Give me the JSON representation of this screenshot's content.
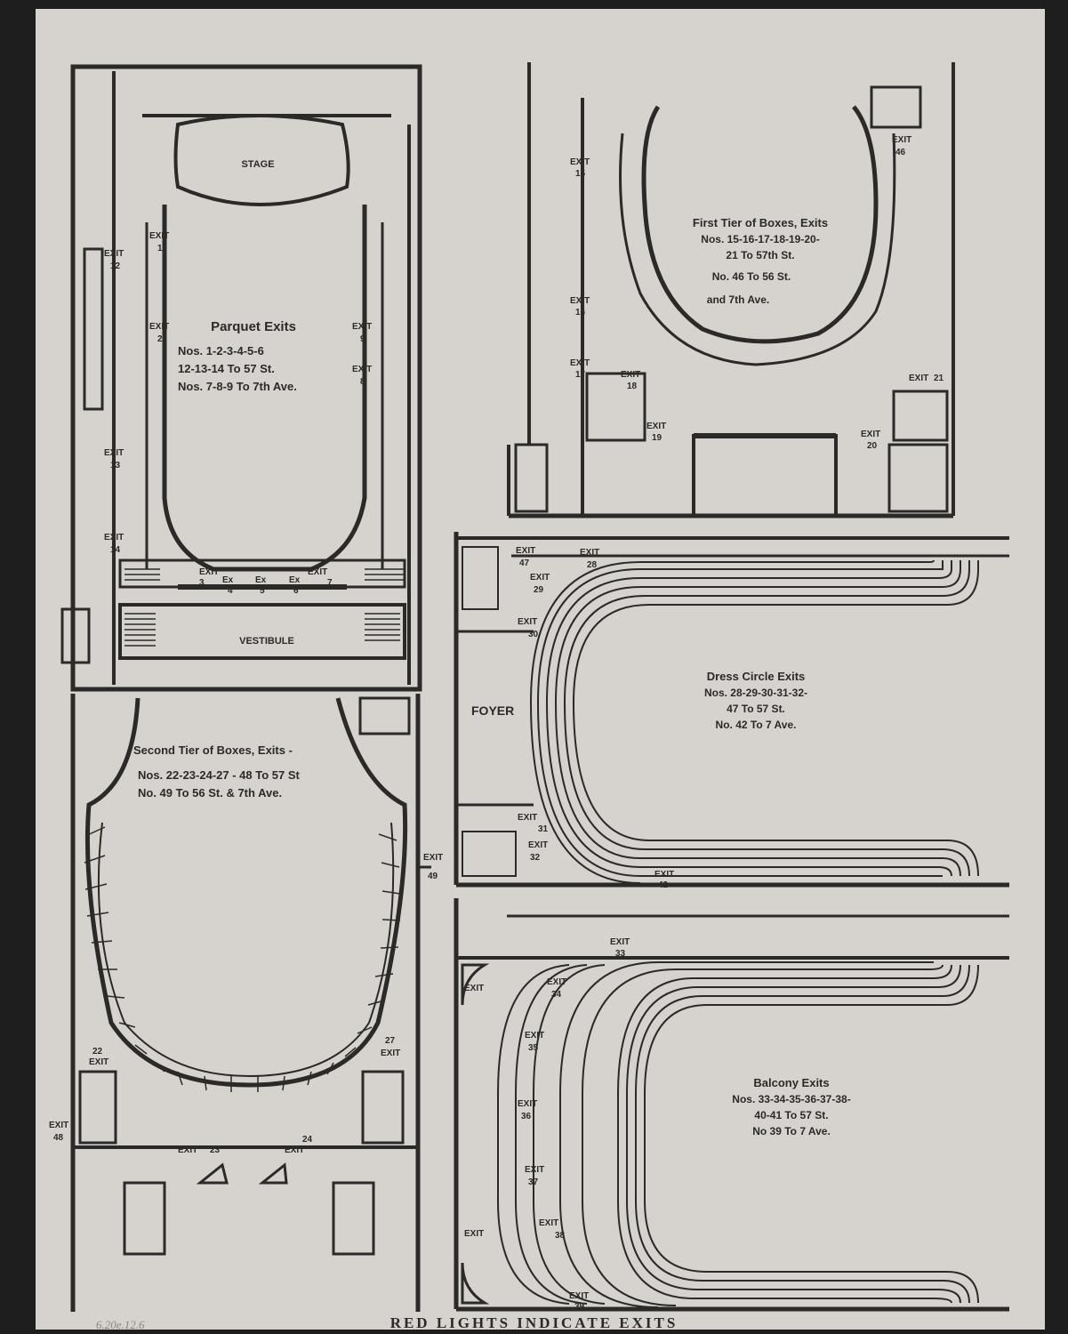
{
  "footer": "RED LIGHTS INDICATE EXITS",
  "catalog_note": "6.20e.12.6",
  "parquet": {
    "title": "Parquet Exits",
    "lines": [
      "Nos. 1-2-3-4-5-6",
      "12-13-14 To 57 St.",
      "Nos. 7-8-9 To 7th Ave."
    ],
    "stage": "STAGE",
    "vestibule": "VESTIBULE",
    "exits": [
      "1",
      "2",
      "3",
      "4",
      "5",
      "6",
      "7",
      "8",
      "9",
      "12",
      "13",
      "14"
    ]
  },
  "first_tier": {
    "title": "First Tier of Boxes, Exits",
    "lines": [
      "Nos. 15-16-17-18-19-20-",
      "21 To 57th St.",
      "No. 46 To 56 St.",
      "and 7th Ave."
    ],
    "exits": [
      "15",
      "16",
      "17",
      "18",
      "19",
      "20",
      "21",
      "46"
    ]
  },
  "dress_circle": {
    "title": "Dress Circle Exits",
    "lines": [
      "Nos. 28-29-30-31-32-",
      "47 To 57 St.",
      "No. 42 To 7 Ave."
    ],
    "foyer": "FOYER",
    "exits": [
      "47",
      "28",
      "29",
      "30",
      "31",
      "32",
      "42"
    ]
  },
  "second_tier": {
    "title": "Second Tier of Boxes, Exits -",
    "lines": [
      "Nos. 22-23-24-27 - 48 To 57 St",
      "No. 49 To 56 St. & 7th Ave."
    ],
    "exits": [
      "22",
      "23",
      "24",
      "27",
      "48",
      "49"
    ]
  },
  "balcony": {
    "title": "Balcony Exits",
    "lines": [
      "Nos. 33-34-35-36-37-38-",
      "40-41 To 57 St.",
      "No 39 To 7 Ave."
    ],
    "exits": [
      "33",
      "34",
      "35",
      "36",
      "37",
      "38",
      "39"
    ]
  },
  "exit_word": "EXIT",
  "ex_word": "Ex"
}
